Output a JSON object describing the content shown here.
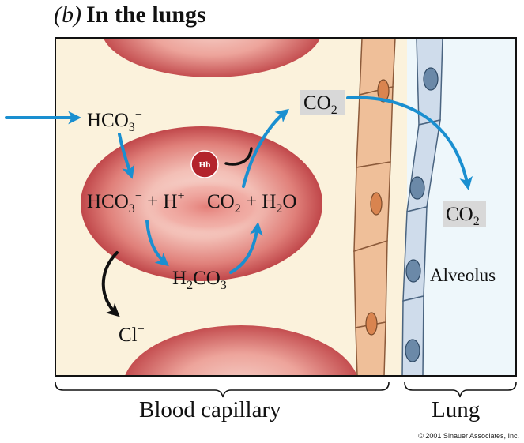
{
  "heading": {
    "part": "(b)",
    "title": "In the lungs"
  },
  "labels": {
    "hco3_in": {
      "base": "HCO",
      "sub": "3",
      "sup": "−"
    },
    "reaction_left": {
      "base": "HCO",
      "sub": "3",
      "sup": "−",
      "rest": " + H",
      "sup2": "+"
    },
    "reaction_right": {
      "a": "CO",
      "sub1": "2",
      "mid": " + H",
      "sub2": "2",
      "end": "O"
    },
    "h2co3": {
      "a": "H",
      "sub1": "2",
      "b": "CO",
      "sub2": "3"
    },
    "co2_top": {
      "base": "CO",
      "sub": "2"
    },
    "co2_lung": {
      "base": "CO",
      "sub": "2"
    },
    "hb": "Hb",
    "chloride": {
      "base": "Cl",
      "sup": "−"
    },
    "alveolus": "Alveolus"
  },
  "regions": {
    "capillary": "Blood capillary",
    "lung": "Lung"
  },
  "copyright": "© 2001 Sinauer Associates, Inc.",
  "colors": {
    "plasma": "#fbf2dc",
    "alveolus_bg": "#eef7fb",
    "rbc_edge": "#c0474a",
    "rbc_mid": "#e58c86",
    "rbc_center": "#f8dcd6",
    "endothelium": "#efbf99",
    "endothelium_nucleus": "#d9844f",
    "epithelium": "#cfdceb",
    "epithelium_nucleus": "#6b89a8",
    "arrow_blue": "#1a8fd0",
    "hb_red": "#b3232c",
    "co2_box": "#d8d8d8"
  }
}
